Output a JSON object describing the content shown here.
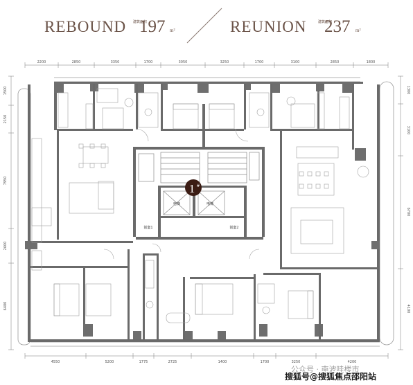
{
  "header": {
    "left_name": "REBOUND",
    "left_sup": "建筑面积",
    "left_area": "197",
    "left_unit": "m²",
    "right_name": "REUNION",
    "right_sup": "建筑面积",
    "right_area": "237",
    "right_unit": "m²"
  },
  "plan": {
    "building_number": "1",
    "building_mark": "#",
    "elevator_label": "电梯",
    "lobby_left": "前室1",
    "lobby_right": "前室2"
  },
  "dimensions": {
    "top": [
      "2200",
      "2850",
      "3350",
      "1700",
      "3050",
      "3250",
      "1700",
      "3100",
      "2850",
      "1800"
    ],
    "bottom": [
      "4550",
      "5200",
      "1775",
      "2725",
      "1400",
      "1700",
      "3250",
      "4200"
    ],
    "left": [
      "1500",
      "2150",
      "7950",
      "2600",
      "6400"
    ],
    "right": [
      "1300",
      "3100",
      "6700",
      "4100"
    ]
  },
  "watermark": {
    "account": "公众号 · 南波哇楼市",
    "site": "搜狐号@搜狐焦点邵阳站"
  },
  "colors": {
    "title": "#6b5348",
    "wall": "#6a6a6a",
    "badge": "#3b1c14"
  }
}
